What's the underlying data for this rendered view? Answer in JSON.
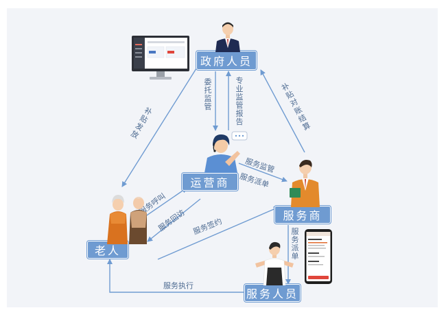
{
  "nodes": {
    "government": "政府人员",
    "operator": "运营商",
    "provider": "服务商",
    "elder": "老人",
    "staff": "服务人员"
  },
  "edges": {
    "entrust_supervise": "委托监管",
    "pro_supervise_report": "专业监管报告",
    "subsidy_settlement": "补贴对账结算",
    "subsidy_issue": "补贴发放",
    "service_supervise": "服务监管",
    "service_dispatch_a": "服务派单",
    "service_call": "服务呼叫",
    "service_revisit": "服务回访",
    "service_contract": "服务签约",
    "service_dispatch_b": "服务派单",
    "service_execute": "服务执行"
  },
  "colors": {
    "node_fill": "#6f9bd1",
    "arrow": "#6f9bd1",
    "label_text": "#4f6c92",
    "canvas": "#f2f4f8"
  },
  "icons": [
    "dashboard-monitor-icon",
    "government-officer-figure",
    "operator-agent-figure",
    "provider-manager-figure",
    "elderly-couple-figure",
    "service-worker-figure",
    "mobile-phone-app-icon"
  ]
}
